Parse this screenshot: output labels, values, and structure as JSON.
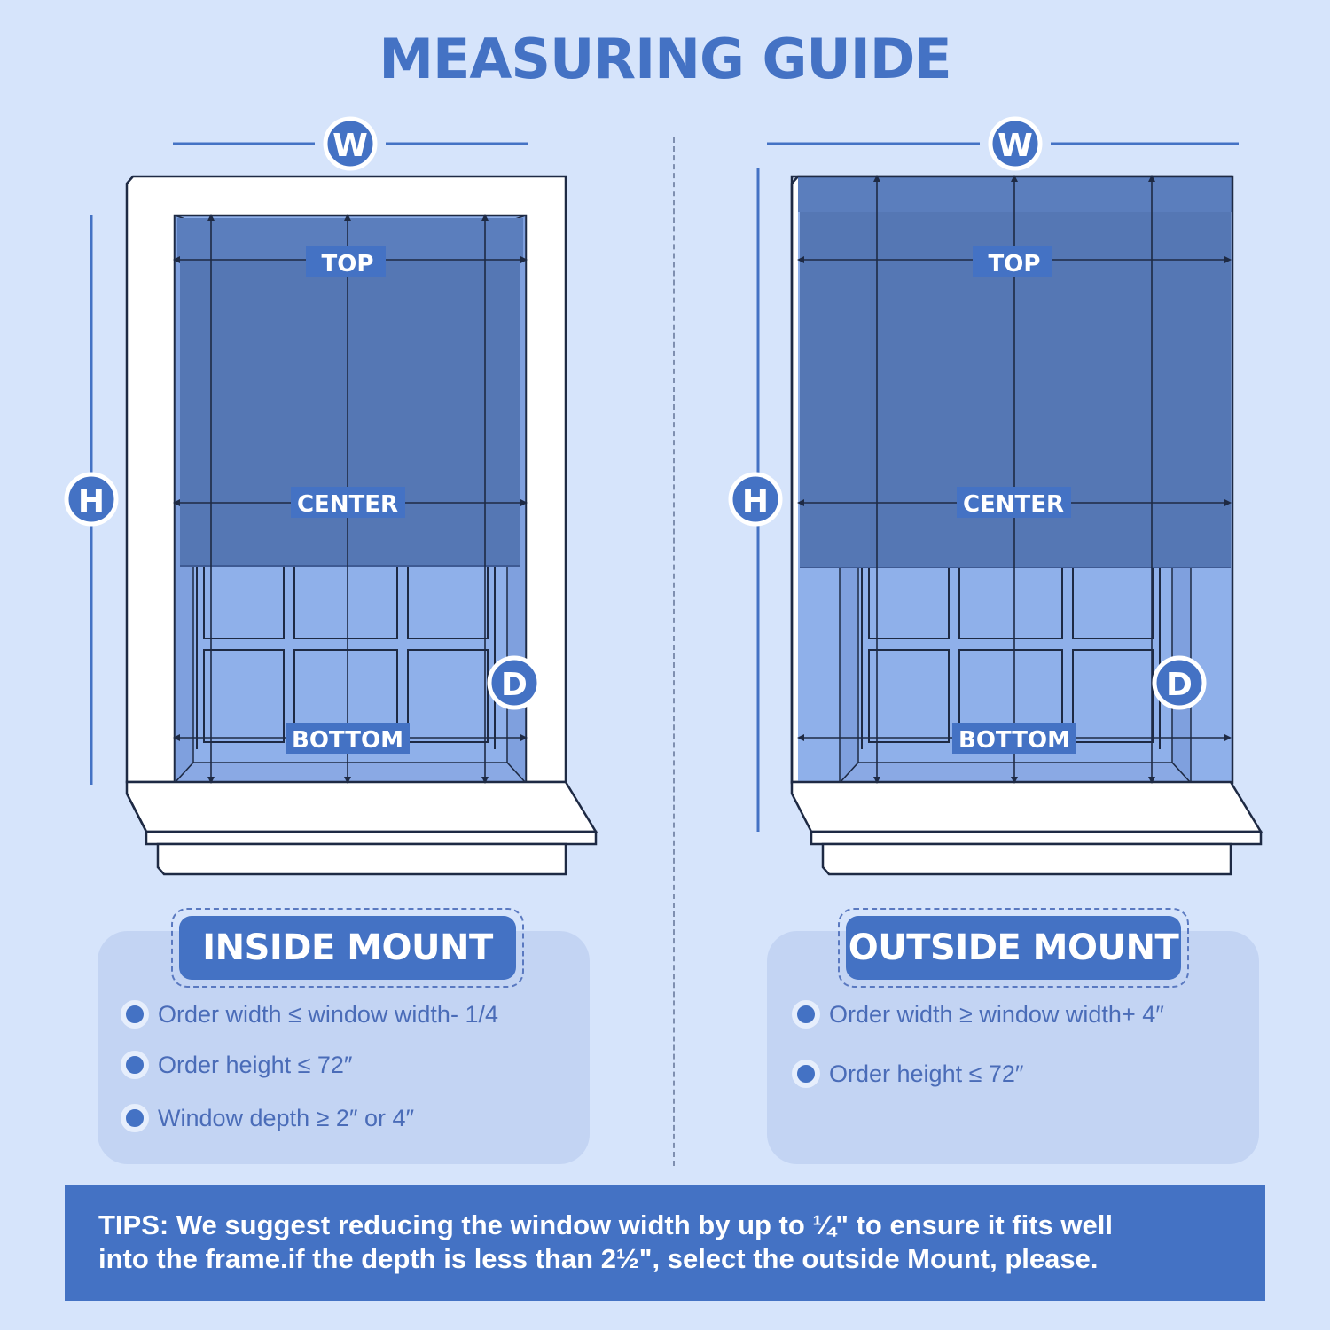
{
  "title": "MEASURING GUIDE",
  "inside": {
    "width_badge": "W",
    "height_badge": "H",
    "depth_badge": "D",
    "top_label": "TOP",
    "center_label": "CENTER",
    "bottom_label": "BOTTOM",
    "mount_title": "INSIDE MOUNT",
    "rules": [
      "Order width ≤ window width- 1/4",
      "Order height ≤ 72″",
      "Window depth ≥ 2″ or 4″"
    ]
  },
  "outside": {
    "width_badge": "W",
    "height_badge": "H",
    "depth_badge": "D",
    "top_label": "TOP",
    "center_label": "CENTER",
    "bottom_label": "BOTTOM",
    "mount_title": "OUTSIDE MOUNT",
    "rules": [
      "Order width ≥ window width+ 4″",
      "Order height ≤ 72″"
    ]
  },
  "tips": {
    "line1": "TIPS: We suggest reducing the window width by up to ¼\" to ensure it fits well",
    "line2": "into the frame.if the depth is less than 2½\", select the outside Mount, please."
  },
  "colors": {
    "background": "#d6e4fb",
    "accent": "#4472c4",
    "shade": "#5577b4",
    "card": "#c3d4f3"
  }
}
